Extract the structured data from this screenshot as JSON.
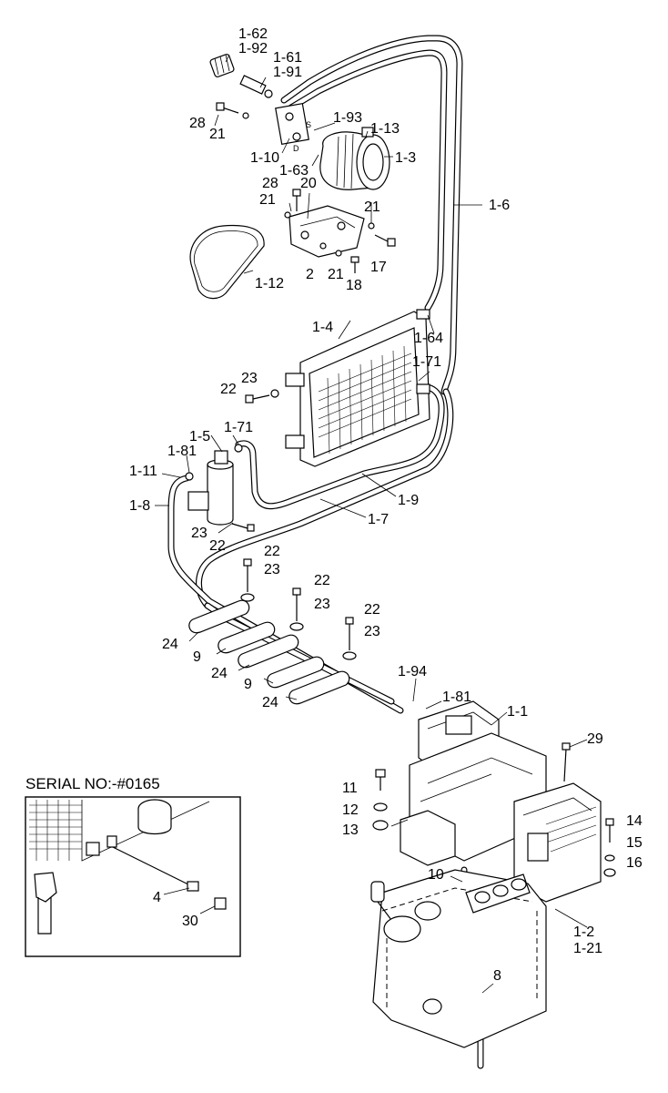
{
  "serial_note": "SERIAL NO:-#0165",
  "labels": {
    "1-62": "1-62",
    "1-92": "1-92",
    "1-61": "1-61",
    "1-91": "1-91",
    "28a": "28",
    "21a": "21",
    "1-93": "1-93",
    "1-13": "1-13",
    "1-10": "1-10",
    "1-63": "1-63",
    "1-3": "1-3",
    "28b": "28",
    "20": "20",
    "21b": "21",
    "21c": "21",
    "1-6": "1-6",
    "1-12": "1-12",
    "2": "2",
    "21d": "21",
    "18": "18",
    "17": "17",
    "1-64": "1-64",
    "1-4": "1-4",
    "1-71a": "1-71",
    "23a": "23",
    "22a": "22",
    "1-5": "1-5",
    "1-71b": "1-71",
    "1-81a": "1-81",
    "1-11": "1-11",
    "1-8": "1-8",
    "1-9": "1-9",
    "1-7": "1-7",
    "23b": "23",
    "22b": "22",
    "22c": "22",
    "23c": "23",
    "22d": "22",
    "23d": "23",
    "22e": "22",
    "23e": "23",
    "24a": "24",
    "9a": "9",
    "24b": "24",
    "9b": "9",
    "24c": "24",
    "1-94": "1-94",
    "1-81b": "1-81",
    "1-1": "1-1",
    "29": "29",
    "11": "11",
    "12": "12",
    "13": "13",
    "14": "14",
    "15": "15",
    "16": "16",
    "10": "10",
    "4": "4",
    "30": "30",
    "1-2": "1-2",
    "1-21": "1-21",
    "8": "8"
  }
}
